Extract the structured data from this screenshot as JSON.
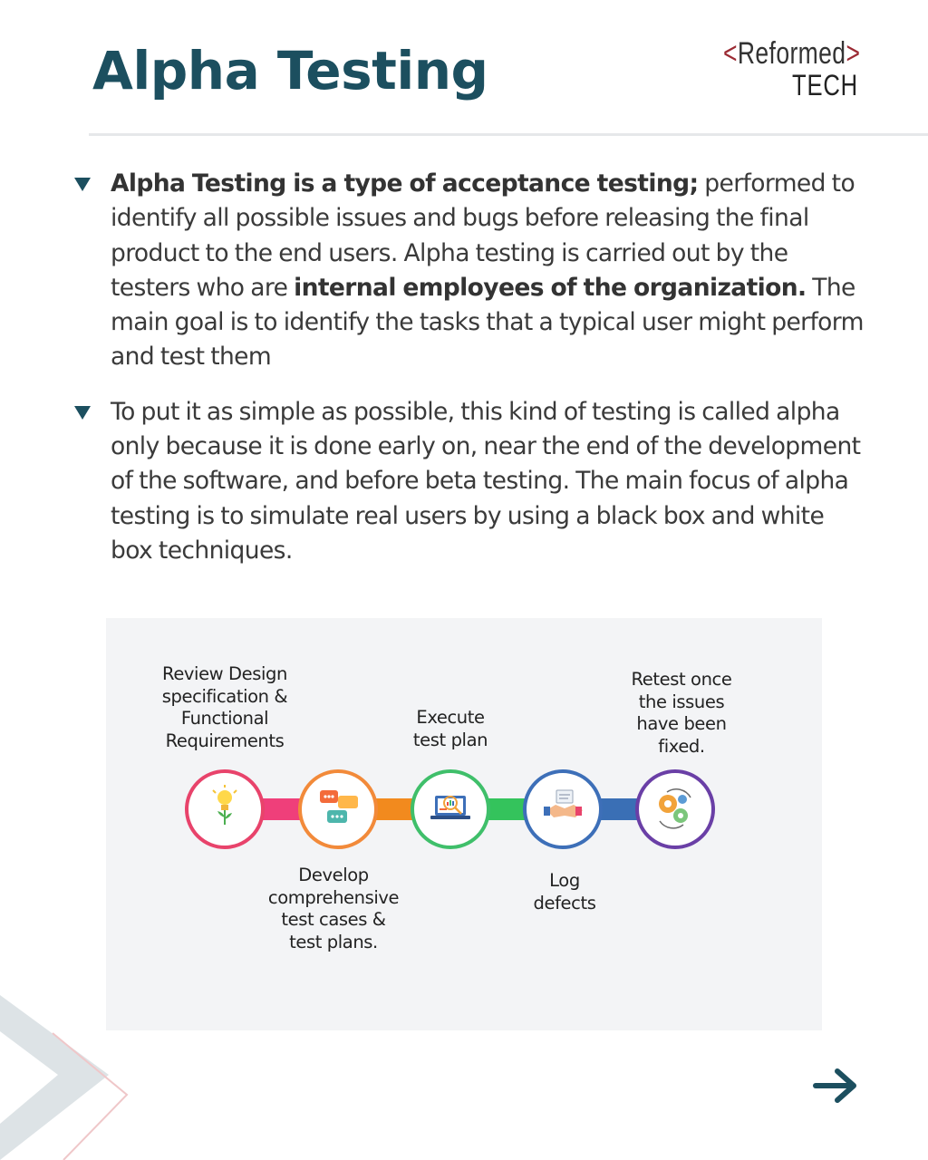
{
  "header": {
    "title": "Alpha Testing",
    "logo": {
      "open_bracket": "<",
      "brand": "Reformed",
      "close_bracket": ">",
      "sub": "TECH"
    }
  },
  "bullets": [
    {
      "bold_1": "Alpha Testing is a type of acceptance testing;",
      "text_1": " performed to identify all possible issues and bugs before releasing the final product to the end users. Alpha testing is carried out by the testers who are ",
      "bold_2": "internal employees of the organization.",
      "text_2": " The main goal is to identify the tasks that a typical user might perform and test them"
    },
    {
      "text_1": "To put it as simple as possible, this kind of testing is called alpha only because it is done early on, near the end of the development of the software, and before beta testing. The main focus of alpha testing is to simulate real users by using a black box and white box techniques."
    }
  ],
  "diagram": {
    "steps": [
      {
        "label": "Review Design\nspecification &\nFunctional\nRequirements",
        "icon": "lightbulb-icon",
        "color": "#e8436b"
      },
      {
        "label": "Develop\ncomprehensive\ntest cases &\ntest plans.",
        "icon": "chat-bubbles-icon",
        "color": "#f28a3a"
      },
      {
        "label": "Execute\ntest plan",
        "icon": "laptop-chart-icon",
        "color": "#3fbf6a"
      },
      {
        "label": "Log\ndefects",
        "icon": "handshake-icon",
        "color": "#3d6fb8"
      },
      {
        "label": "Retest once\nthe issues\nhave been\nfixed.",
        "icon": "gears-icon",
        "color": "#6a3fa6"
      }
    ],
    "connectors": [
      "#ef3f7a",
      "#f28a1e",
      "#34c35c",
      "#3a6fb5"
    ]
  },
  "nav": {
    "icon": "arrow-right-icon",
    "color": "#1c4f5f"
  }
}
